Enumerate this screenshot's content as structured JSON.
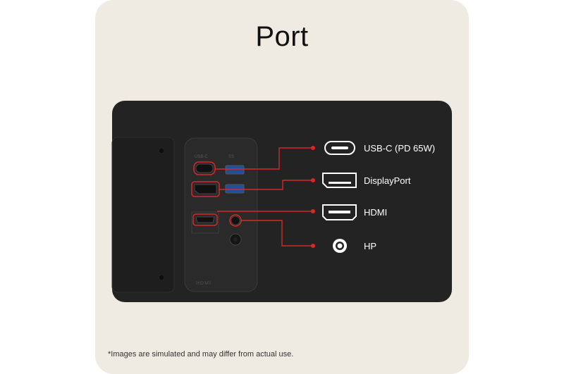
{
  "title": "Port",
  "ports": [
    {
      "label": "USB-C (PD 65W)",
      "icon": "usb-c-icon"
    },
    {
      "label": "DisplayPort",
      "icon": "displayport-icon"
    },
    {
      "label": "HDMI",
      "icon": "hdmi-icon"
    },
    {
      "label": "HP",
      "icon": "headphone-jack-icon"
    }
  ],
  "panel_silkscreen": {
    "bottom": "HDMI",
    "usbc": "USB-C",
    "usb": "SS"
  },
  "footnote": "*Images are simulated and may differ from actual use.",
  "colors": {
    "background": "#efebe3",
    "device": "#232323",
    "accent": "#d62828"
  }
}
